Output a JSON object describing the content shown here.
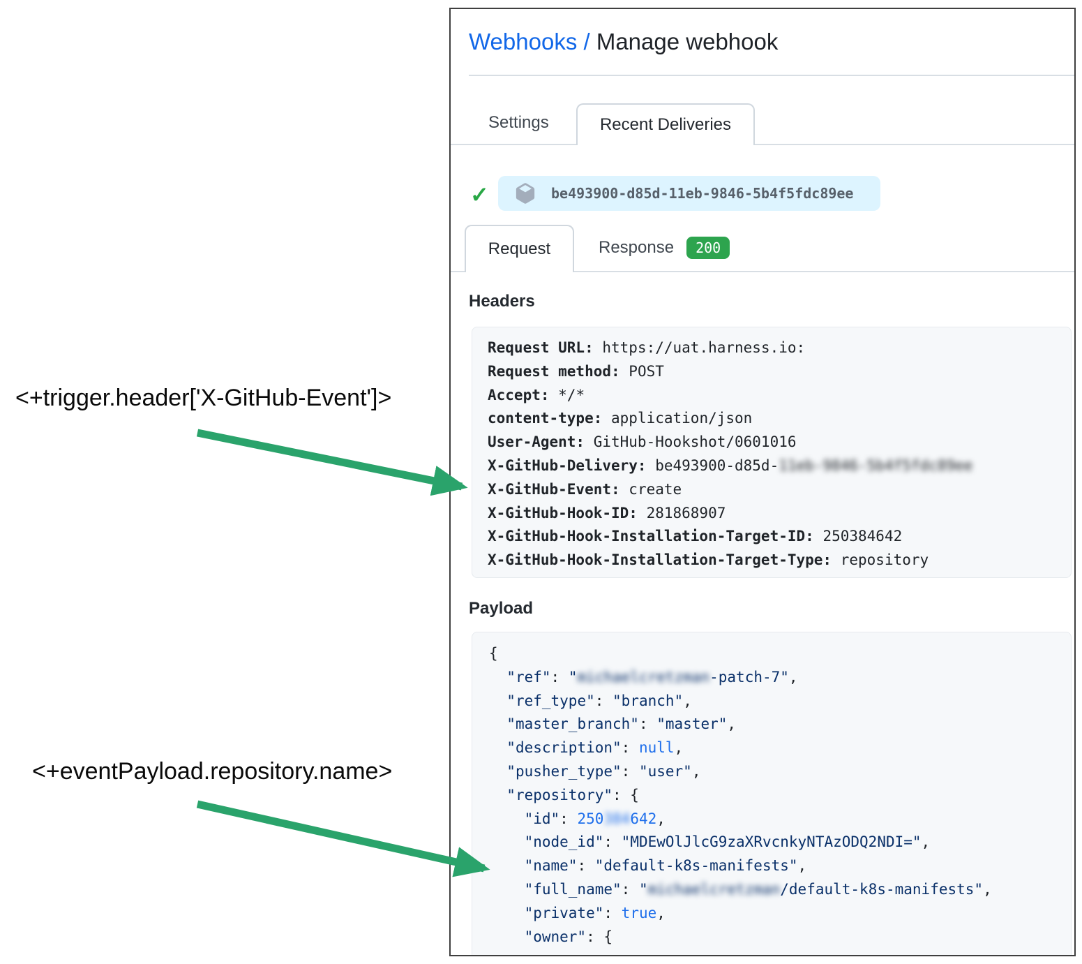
{
  "annotations": {
    "trigger_header_expression": "<+trigger.header['X-GitHub-Event']>",
    "event_payload_expression": "<+eventPayload.repository.name>"
  },
  "colors": {
    "link_blue": "#1167e8",
    "arrow_green": "#2aa36b",
    "check_green": "#28a745",
    "response_badge_green": "#2da44e",
    "delivery_pill_bg": "#ddf4ff",
    "code_box_bg": "#f6f8fa",
    "json_navy": "#0a3069",
    "json_literal_blue": "#1f6feb"
  },
  "header": {
    "breadcrumb_link": "Webhooks",
    "separator": " / ",
    "title": "Manage webhook"
  },
  "nav_tabs": {
    "settings": "Settings",
    "recent_deliveries": "Recent Deliveries"
  },
  "delivery": {
    "status_icon": "check-icon",
    "package_icon": "package-icon",
    "guid": "be493900-d85d-11eb-9846-5b4f5fdc89ee"
  },
  "detail_tabs": {
    "request": "Request",
    "response": "Response",
    "response_code": "200"
  },
  "headers_section": {
    "title": "Headers",
    "rows": [
      {
        "label": "Request URL",
        "value": "https://uat.harness.io:"
      },
      {
        "label": "Request method",
        "value": "POST"
      },
      {
        "label": "Accept",
        "value": "*/*"
      },
      {
        "label": "content-type",
        "value": "application/json"
      },
      {
        "label": "User-Agent",
        "value": "GitHub-Hookshot/0601016"
      },
      {
        "label": "X-GitHub-Delivery",
        "value": "be493900-d85d-",
        "redacted": "11eb-9846-5b4f5fdc89ee"
      },
      {
        "label": "X-GitHub-Event",
        "value": "create"
      },
      {
        "label": "X-GitHub-Hook-ID",
        "value": "281868907"
      },
      {
        "label": "X-GitHub-Hook-Installation-Target-ID",
        "value": "250384642"
      },
      {
        "label": "X-GitHub-Hook-Installation-Target-Type",
        "value": "repository"
      }
    ]
  },
  "payload_section": {
    "title": "Payload",
    "lines": [
      [
        {
          "t": "{",
          "c": "p"
        }
      ],
      [
        {
          "t": "  ",
          "c": "p"
        },
        {
          "t": "\"ref\"",
          "c": "k"
        },
        {
          "t": ": ",
          "c": "p"
        },
        {
          "t": "\"",
          "c": "s"
        },
        {
          "t": "michaelcretzman",
          "c": "s",
          "blur": true
        },
        {
          "t": "-patch-7\"",
          "c": "s"
        },
        {
          "t": ",",
          "c": "p"
        }
      ],
      [
        {
          "t": "  ",
          "c": "p"
        },
        {
          "t": "\"ref_type\"",
          "c": "k"
        },
        {
          "t": ": ",
          "c": "p"
        },
        {
          "t": "\"branch\"",
          "c": "s"
        },
        {
          "t": ",",
          "c": "p"
        }
      ],
      [
        {
          "t": "  ",
          "c": "p"
        },
        {
          "t": "\"master_branch\"",
          "c": "k"
        },
        {
          "t": ": ",
          "c": "p"
        },
        {
          "t": "\"master\"",
          "c": "s"
        },
        {
          "t": ",",
          "c": "p"
        }
      ],
      [
        {
          "t": "  ",
          "c": "p"
        },
        {
          "t": "\"description\"",
          "c": "k"
        },
        {
          "t": ": ",
          "c": "p"
        },
        {
          "t": "null",
          "c": "l"
        },
        {
          "t": ",",
          "c": "p"
        }
      ],
      [
        {
          "t": "  ",
          "c": "p"
        },
        {
          "t": "\"pusher_type\"",
          "c": "k"
        },
        {
          "t": ": ",
          "c": "p"
        },
        {
          "t": "\"user\"",
          "c": "s"
        },
        {
          "t": ",",
          "c": "p"
        }
      ],
      [
        {
          "t": "  ",
          "c": "p"
        },
        {
          "t": "\"repository\"",
          "c": "k"
        },
        {
          "t": ": {",
          "c": "p"
        }
      ],
      [
        {
          "t": "    ",
          "c": "p"
        },
        {
          "t": "\"id\"",
          "c": "k"
        },
        {
          "t": ": ",
          "c": "p"
        },
        {
          "t": "250",
          "c": "l"
        },
        {
          "t": "384",
          "c": "l",
          "blur": true
        },
        {
          "t": "642",
          "c": "l"
        },
        {
          "t": ",",
          "c": "p"
        }
      ],
      [
        {
          "t": "    ",
          "c": "p"
        },
        {
          "t": "\"node_id\"",
          "c": "k"
        },
        {
          "t": ": ",
          "c": "p"
        },
        {
          "t": "\"MDEwOlJlcG9zaXRvcnkyNTAzODQ2NDI=\"",
          "c": "s"
        },
        {
          "t": ",",
          "c": "p"
        }
      ],
      [
        {
          "t": "    ",
          "c": "p"
        },
        {
          "t": "\"name\"",
          "c": "k"
        },
        {
          "t": ": ",
          "c": "p"
        },
        {
          "t": "\"default-k8s-manifests\"",
          "c": "s"
        },
        {
          "t": ",",
          "c": "p"
        }
      ],
      [
        {
          "t": "    ",
          "c": "p"
        },
        {
          "t": "\"full_name\"",
          "c": "k"
        },
        {
          "t": ": ",
          "c": "p"
        },
        {
          "t": "\"",
          "c": "s"
        },
        {
          "t": "michaelcretzman",
          "c": "s",
          "blur": true
        },
        {
          "t": "/default-k8s-manifests\"",
          "c": "s"
        },
        {
          "t": ",",
          "c": "p"
        }
      ],
      [
        {
          "t": "    ",
          "c": "p"
        },
        {
          "t": "\"private\"",
          "c": "k"
        },
        {
          "t": ": ",
          "c": "p"
        },
        {
          "t": "true",
          "c": "l"
        },
        {
          "t": ",",
          "c": "p"
        }
      ],
      [
        {
          "t": "    ",
          "c": "p"
        },
        {
          "t": "\"owner\"",
          "c": "k"
        },
        {
          "t": ": {",
          "c": "p"
        }
      ]
    ]
  }
}
